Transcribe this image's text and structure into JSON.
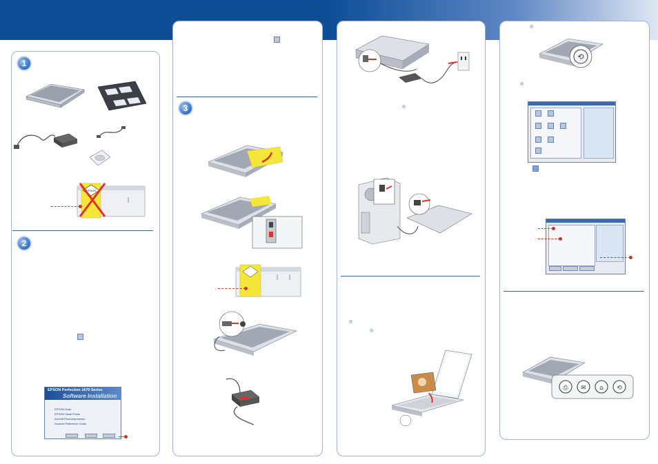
{
  "steps": {
    "one": "1",
    "two": "2",
    "three": "3"
  },
  "installer": {
    "title": "EPSON Perfection 1670 Series",
    "subtitle": "Software Installation",
    "options": [
      "EPSON Scan",
      "EPSON Smart Panel",
      "ArcSoft PhotoImpression",
      "Scanner Reference Guide"
    ]
  },
  "packaging_label": "EPSON",
  "colors": {
    "brand_blue": "#0d4e97",
    "accent_red": "#c0392b",
    "tape_yellow": "#f5e63a",
    "panel_border": "#9fb3d6"
  }
}
